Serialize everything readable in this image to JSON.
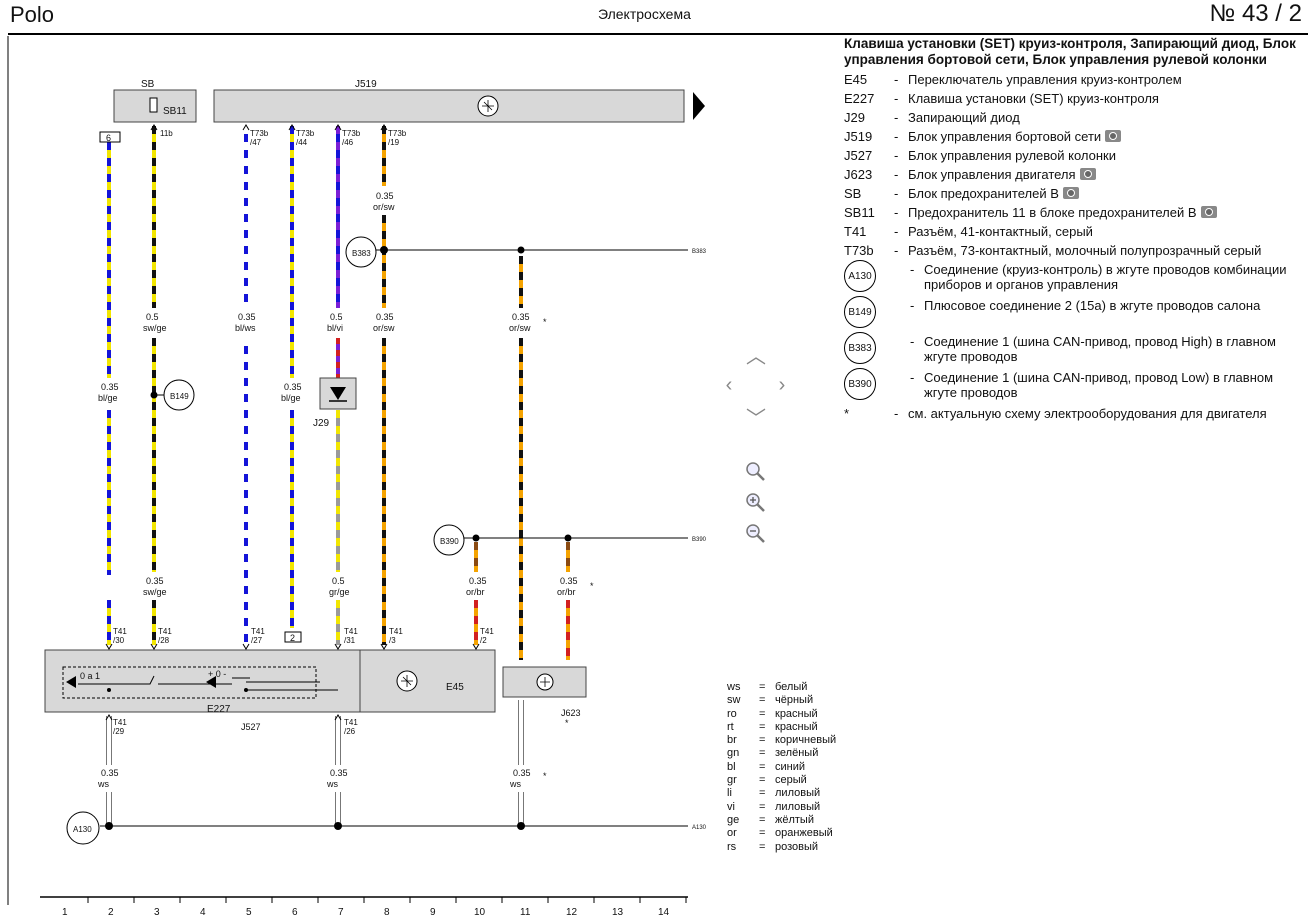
{
  "header": {
    "left": "Polo",
    "center": "Электросхема",
    "right": "№ 43 / 2"
  },
  "legend": {
    "title": "Клавиша установки (SET) круиз-контроля, Запирающий диод, Блок управления бортовой сети, Блок управления рулевой колонки",
    "items": [
      {
        "code": "E45",
        "text": "Переключатель управления круиз-контролем",
        "camera": false
      },
      {
        "code": "E227",
        "text": "Клавиша установки (SET) круиз-контроля",
        "camera": false
      },
      {
        "code": "J29",
        "text": "Запирающий диод",
        "camera": false
      },
      {
        "code": "J519",
        "text": "Блок управления бортовой сети",
        "camera": true
      },
      {
        "code": "J527",
        "text": "Блок управления рулевой колонки",
        "camera": false
      },
      {
        "code": "J623",
        "text": "Блок управления двигателя",
        "camera": true
      },
      {
        "code": "SB",
        "text": "Блок предохранителей B",
        "camera": true
      },
      {
        "code": "SB11",
        "text": "Предохранитель 11 в блоке предохранителей B",
        "camera": true
      },
      {
        "code": "T41",
        "text": "Разъём, 41-контактный, серый",
        "camera": false
      },
      {
        "code": "T73b",
        "text": "Разъём, 73-контактный, молочный полупрозрачный серый",
        "camera": false
      }
    ],
    "circles": [
      {
        "code": "A130",
        "text": "Соединение (круиз-контроль) в жгуте проводов комбинации приборов и органов управления"
      },
      {
        "code": "B149",
        "text": "Плюсовое соединение 2 (15a) в жгуте проводов салона"
      },
      {
        "code": "B383",
        "text": "Соединение 1 (шина CAN-привод, провод High) в главном жгуте проводов"
      },
      {
        "code": "B390",
        "text": "Соединение 1 (шина CAN-привод, провод Low) в главном жгуте проводов"
      }
    ],
    "footnote": {
      "code": "*",
      "text": "см. актуальную схему электрооборудования для двигателя"
    }
  },
  "colors": [
    {
      "abbr": "ws",
      "name": "белый"
    },
    {
      "abbr": "sw",
      "name": "чёрный"
    },
    {
      "abbr": "ro",
      "name": "красный"
    },
    {
      "abbr": "rt",
      "name": "красный"
    },
    {
      "abbr": "br",
      "name": "коричневый"
    },
    {
      "abbr": "gn",
      "name": "зелёный"
    },
    {
      "abbr": "bl",
      "name": "синий"
    },
    {
      "abbr": "gr",
      "name": "серый"
    },
    {
      "abbr": "li",
      "name": "лиловый"
    },
    {
      "abbr": "vi",
      "name": "лиловый"
    },
    {
      "abbr": "ge",
      "name": "жёлтый"
    },
    {
      "abbr": "or",
      "name": "оранжевый"
    },
    {
      "abbr": "rs",
      "name": "розовый"
    }
  ],
  "diagram": {
    "units": {
      "sb": "SB",
      "sb11": "SB11",
      "j519": "J519",
      "e227": "E227",
      "j527": "J527",
      "e45": "E45",
      "j623": "J623",
      "j29": "J29"
    },
    "connections": {
      "b383": "B383",
      "b390": "B390",
      "a130": "A130",
      "b149": "B149"
    },
    "bus_labels": {
      "b383": "B383",
      "b390": "B390",
      "a130": "A130"
    },
    "switch_labels": {
      "left": "0 a 1",
      "right": "+ 0 -"
    },
    "boxed_pins": {
      "top": "6",
      "bottom": "2"
    },
    "pins": [
      {
        "id": "p1",
        "l1": "11b",
        "l2": ""
      },
      {
        "id": "p2",
        "l1": "T73b",
        "l2": "/47"
      },
      {
        "id": "p3",
        "l1": "T73b",
        "l2": "/44"
      },
      {
        "id": "p4",
        "l1": "T73b",
        "l2": "/46"
      },
      {
        "id": "p5",
        "l1": "T73b",
        "l2": "/19"
      },
      {
        "id": "p6",
        "l1": "T41",
        "l2": "/30"
      },
      {
        "id": "p7",
        "l1": "T41",
        "l2": "/28"
      },
      {
        "id": "p8",
        "l1": "T41",
        "l2": "/27"
      },
      {
        "id": "p9",
        "l1": "T41",
        "l2": "/31"
      },
      {
        "id": "p10",
        "l1": "T41",
        "l2": "/3"
      },
      {
        "id": "p11",
        "l1": "T41",
        "l2": "/2"
      },
      {
        "id": "p12",
        "l1": "T41",
        "l2": "/29"
      },
      {
        "id": "p13",
        "l1": "T41",
        "l2": "/26"
      }
    ],
    "wire_labels": [
      {
        "id": "w1",
        "size": "0.35",
        "color": "bl/ge"
      },
      {
        "id": "w2",
        "size": "0.5",
        "color": "sw/ge"
      },
      {
        "id": "w3",
        "size": "0.35",
        "color": "sw/ge"
      },
      {
        "id": "w4",
        "size": "0.35",
        "color": "bl/ws"
      },
      {
        "id": "w5",
        "size": "0.35",
        "color": "bl/ge"
      },
      {
        "id": "w6",
        "size": "0.5",
        "color": "bl/vi"
      },
      {
        "id": "w7",
        "size": "0.5",
        "color": "gr/ge"
      },
      {
        "id": "w8",
        "size": "0.35",
        "color": "or/sw"
      },
      {
        "id": "w9",
        "size": "0.35",
        "color": "or/sw"
      },
      {
        "id": "w10",
        "size": "0.35",
        "color": "or/sw"
      },
      {
        "id": "w11",
        "size": "0.35",
        "color": "or/br"
      },
      {
        "id": "w12",
        "size": "0.35",
        "color": "or/br"
      },
      {
        "id": "w13",
        "size": "0.35",
        "color": "ws"
      },
      {
        "id": "w14",
        "size": "0.35",
        "color": "ws"
      },
      {
        "id": "w15",
        "size": "0.35",
        "color": "ws"
      }
    ],
    "asterisk": "*",
    "columns": [
      "1",
      "2",
      "3",
      "4",
      "5",
      "6",
      "7",
      "8",
      "9",
      "10",
      "11",
      "12",
      "13",
      "14"
    ],
    "wire_colors": {
      "yellow": "#f2e600",
      "blue": "#1414d8",
      "black": "#111111",
      "orange": "#f5a300",
      "violet": "#7a1fd6",
      "red": "#d22020",
      "grey": "#9a9a9a",
      "brown": "#8a4a12"
    }
  },
  "nav": {
    "up": "up-chevron",
    "down": "down-chevron",
    "left": "left-chevron",
    "right": "right-chevron"
  },
  "zoom": {
    "fit": "zoom-icon",
    "in": "zoom-in-icon",
    "out": "zoom-out-icon"
  }
}
